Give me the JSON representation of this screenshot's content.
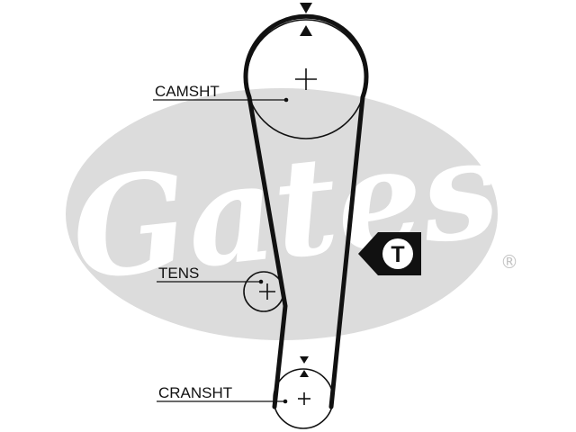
{
  "labels": {
    "camshaft": "CAMSHT",
    "tensioner": "TENS",
    "crankshaft": "CRANSHT",
    "tension_marker": "T"
  },
  "watermark": {
    "brand": "Gates",
    "registered": "®"
  },
  "icons": {
    "timing_mark_top": "triangle-down-icon",
    "timing_mark_arrow": "triangle-up-icon",
    "tension_pointer": "tension-pointer-icon",
    "center_cross": "plus-icon"
  },
  "colors": {
    "belt": "#111111",
    "watermark": "#dcdcdc",
    "background": "#ffffff"
  }
}
